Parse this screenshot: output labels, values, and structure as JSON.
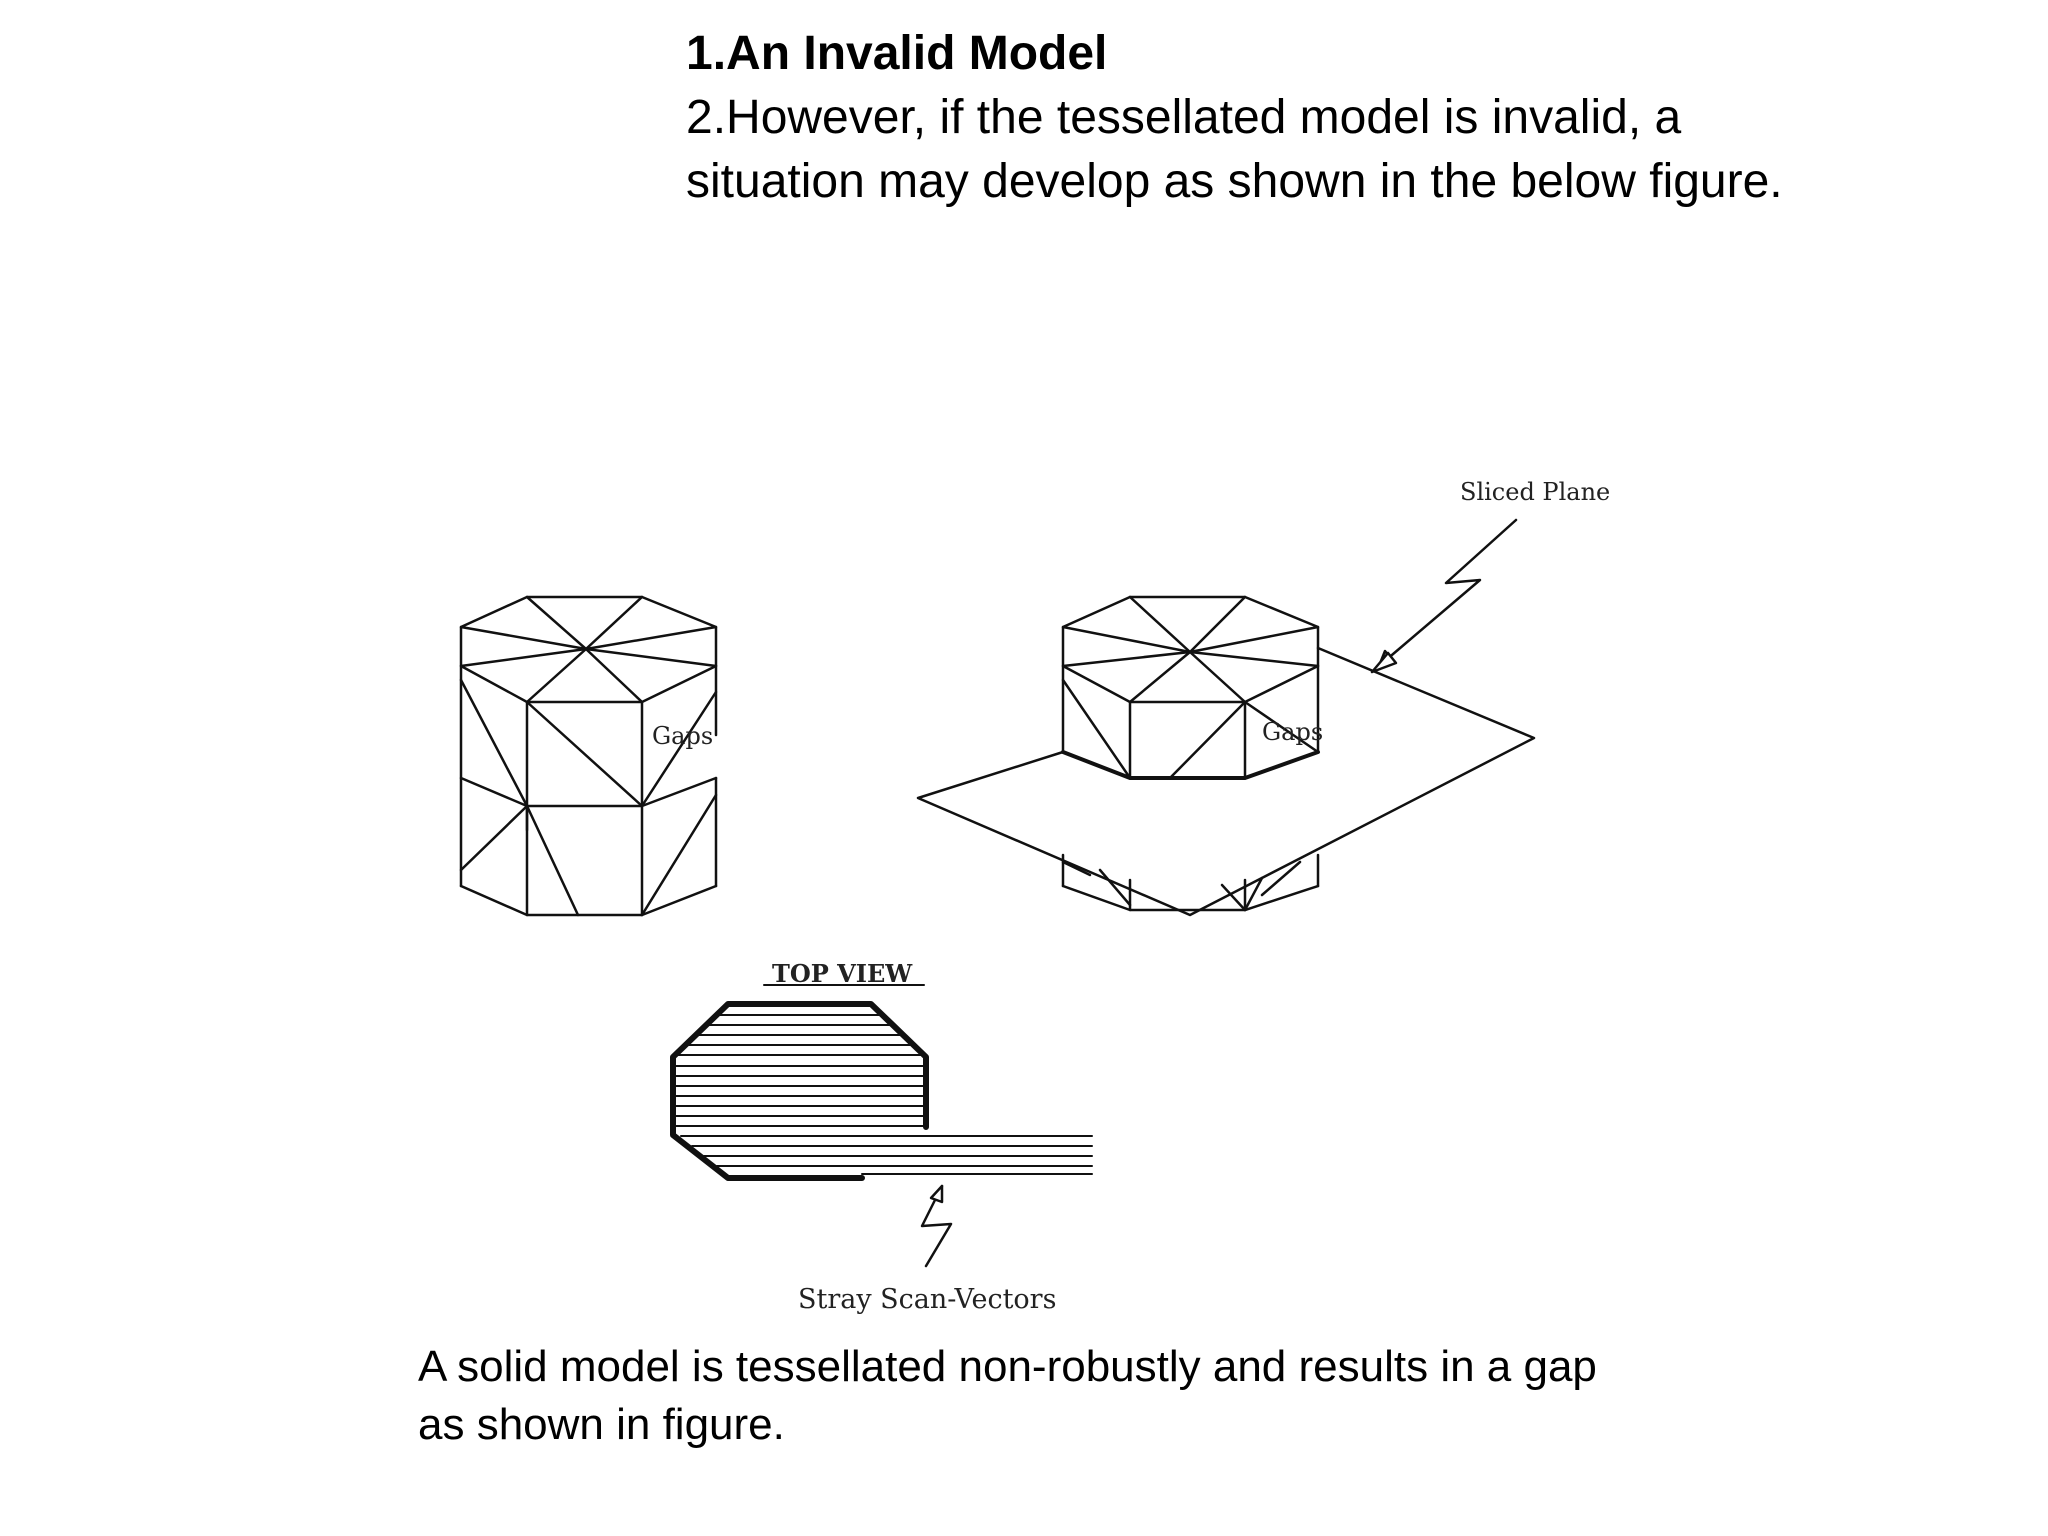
{
  "slide": {
    "title": "1.An Invalid Model",
    "body": "2.However, if the tessellated model is invalid, a situation may develop as shown in the below figure.",
    "caption": "A solid model is tessellated non-robustly and results in a gap as shown in figure."
  },
  "figure": {
    "labels": {
      "gaps_left": "Gaps",
      "gaps_right": "Gaps",
      "sliced_plane": "Sliced Plane",
      "top_view": "TOP VIEW",
      "stray_vectors": "Stray Scan-Vectors"
    }
  }
}
